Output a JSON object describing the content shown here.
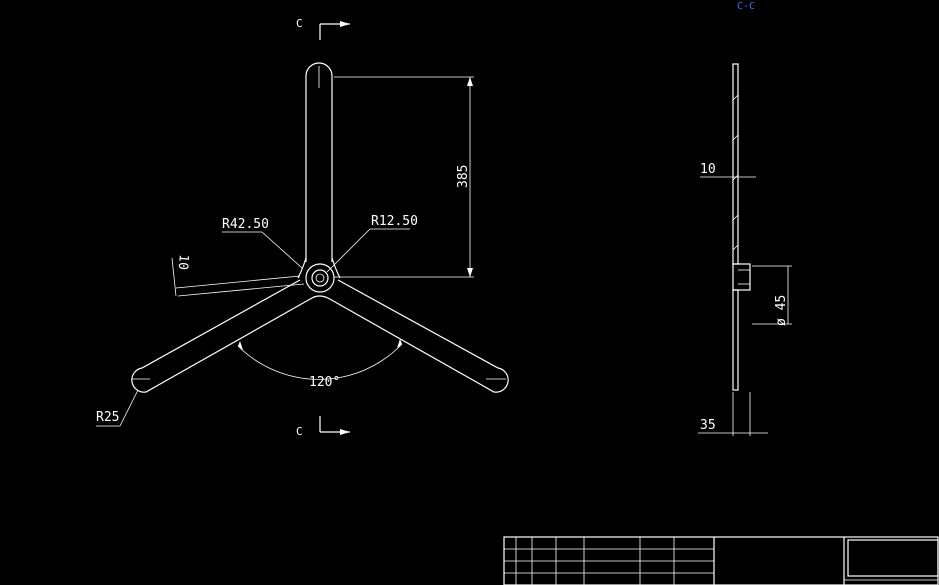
{
  "colors": {
    "background": "#000000",
    "lines": "#ffffff",
    "section_title": "#3a6cff"
  },
  "section_marks": {
    "top": "C",
    "bottom": "C"
  },
  "section_view_title": "C-C",
  "dimensions": {
    "height_dim": "385",
    "fillet_outer": "R42.50",
    "fillet_inner": "R12.50",
    "thickness_angle": "10",
    "arm_end_radius": "R25",
    "arm_angle": "120°",
    "side_thickness": "10",
    "hub_diameter": "ø 45",
    "hub_length": "35"
  }
}
